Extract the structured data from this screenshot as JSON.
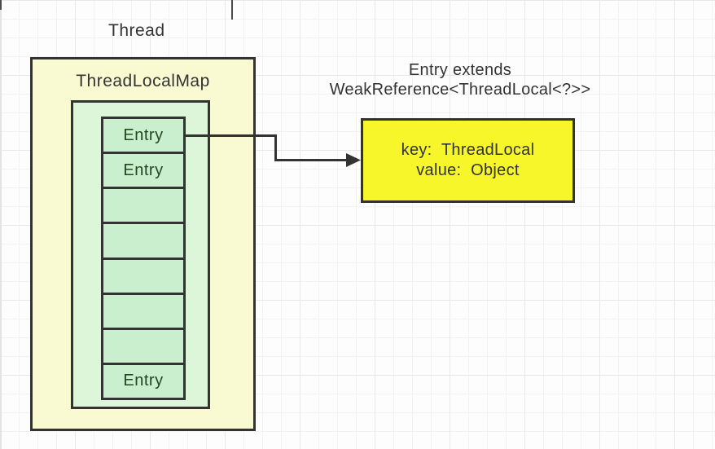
{
  "colors": {
    "canvas_bg": "#fdfdfd",
    "grid_minor": "#f2f2f2",
    "grid_major": "#e8e8e8",
    "line": "#333333",
    "outer_fill": "#fafad2",
    "inner_fill": "#ddf5d8",
    "cell_fill": "#c9efce",
    "entry_fill": "#f6f62b",
    "text_dark": "#333333",
    "text_green": "#27461f"
  },
  "thread": {
    "label": "Thread"
  },
  "map": {
    "title": "ThreadLocalMap",
    "entries": [
      {
        "label": "Entry"
      },
      {
        "label": "Entry"
      },
      {
        "label": ""
      },
      {
        "label": ""
      },
      {
        "label": ""
      },
      {
        "label": ""
      },
      {
        "label": ""
      },
      {
        "label": "Entry"
      }
    ]
  },
  "note": {
    "line1": "Entry extends",
    "line2": "WeakReference<ThreadLocal<?>>"
  },
  "entry_box": {
    "key_line": "key:  ThreadLocal",
    "value_line": "value:  Object"
  }
}
